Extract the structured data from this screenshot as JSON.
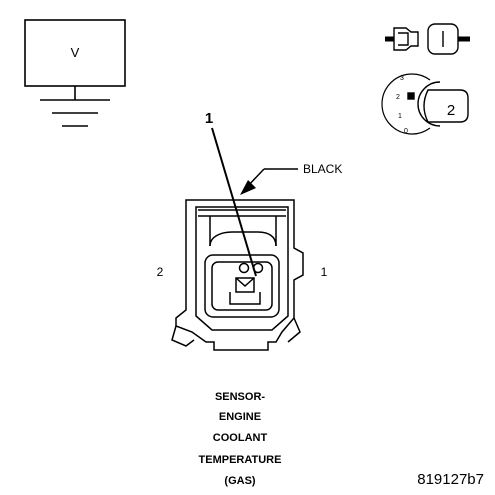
{
  "voltmeter": {
    "symbol": "V"
  },
  "probe_icon": {
    "positions": [
      "3",
      "2",
      "1",
      "0"
    ],
    "key_number": "2"
  },
  "callout": {
    "number": "1"
  },
  "connector": {
    "color_label": "BLACK",
    "left_pin": "2",
    "right_pin": "1"
  },
  "caption": {
    "lines": [
      "SENSOR-",
      "ENGINE",
      "COOLANT",
      "TEMPERATURE",
      "(GAS)"
    ]
  },
  "figure_id": "819127b7"
}
